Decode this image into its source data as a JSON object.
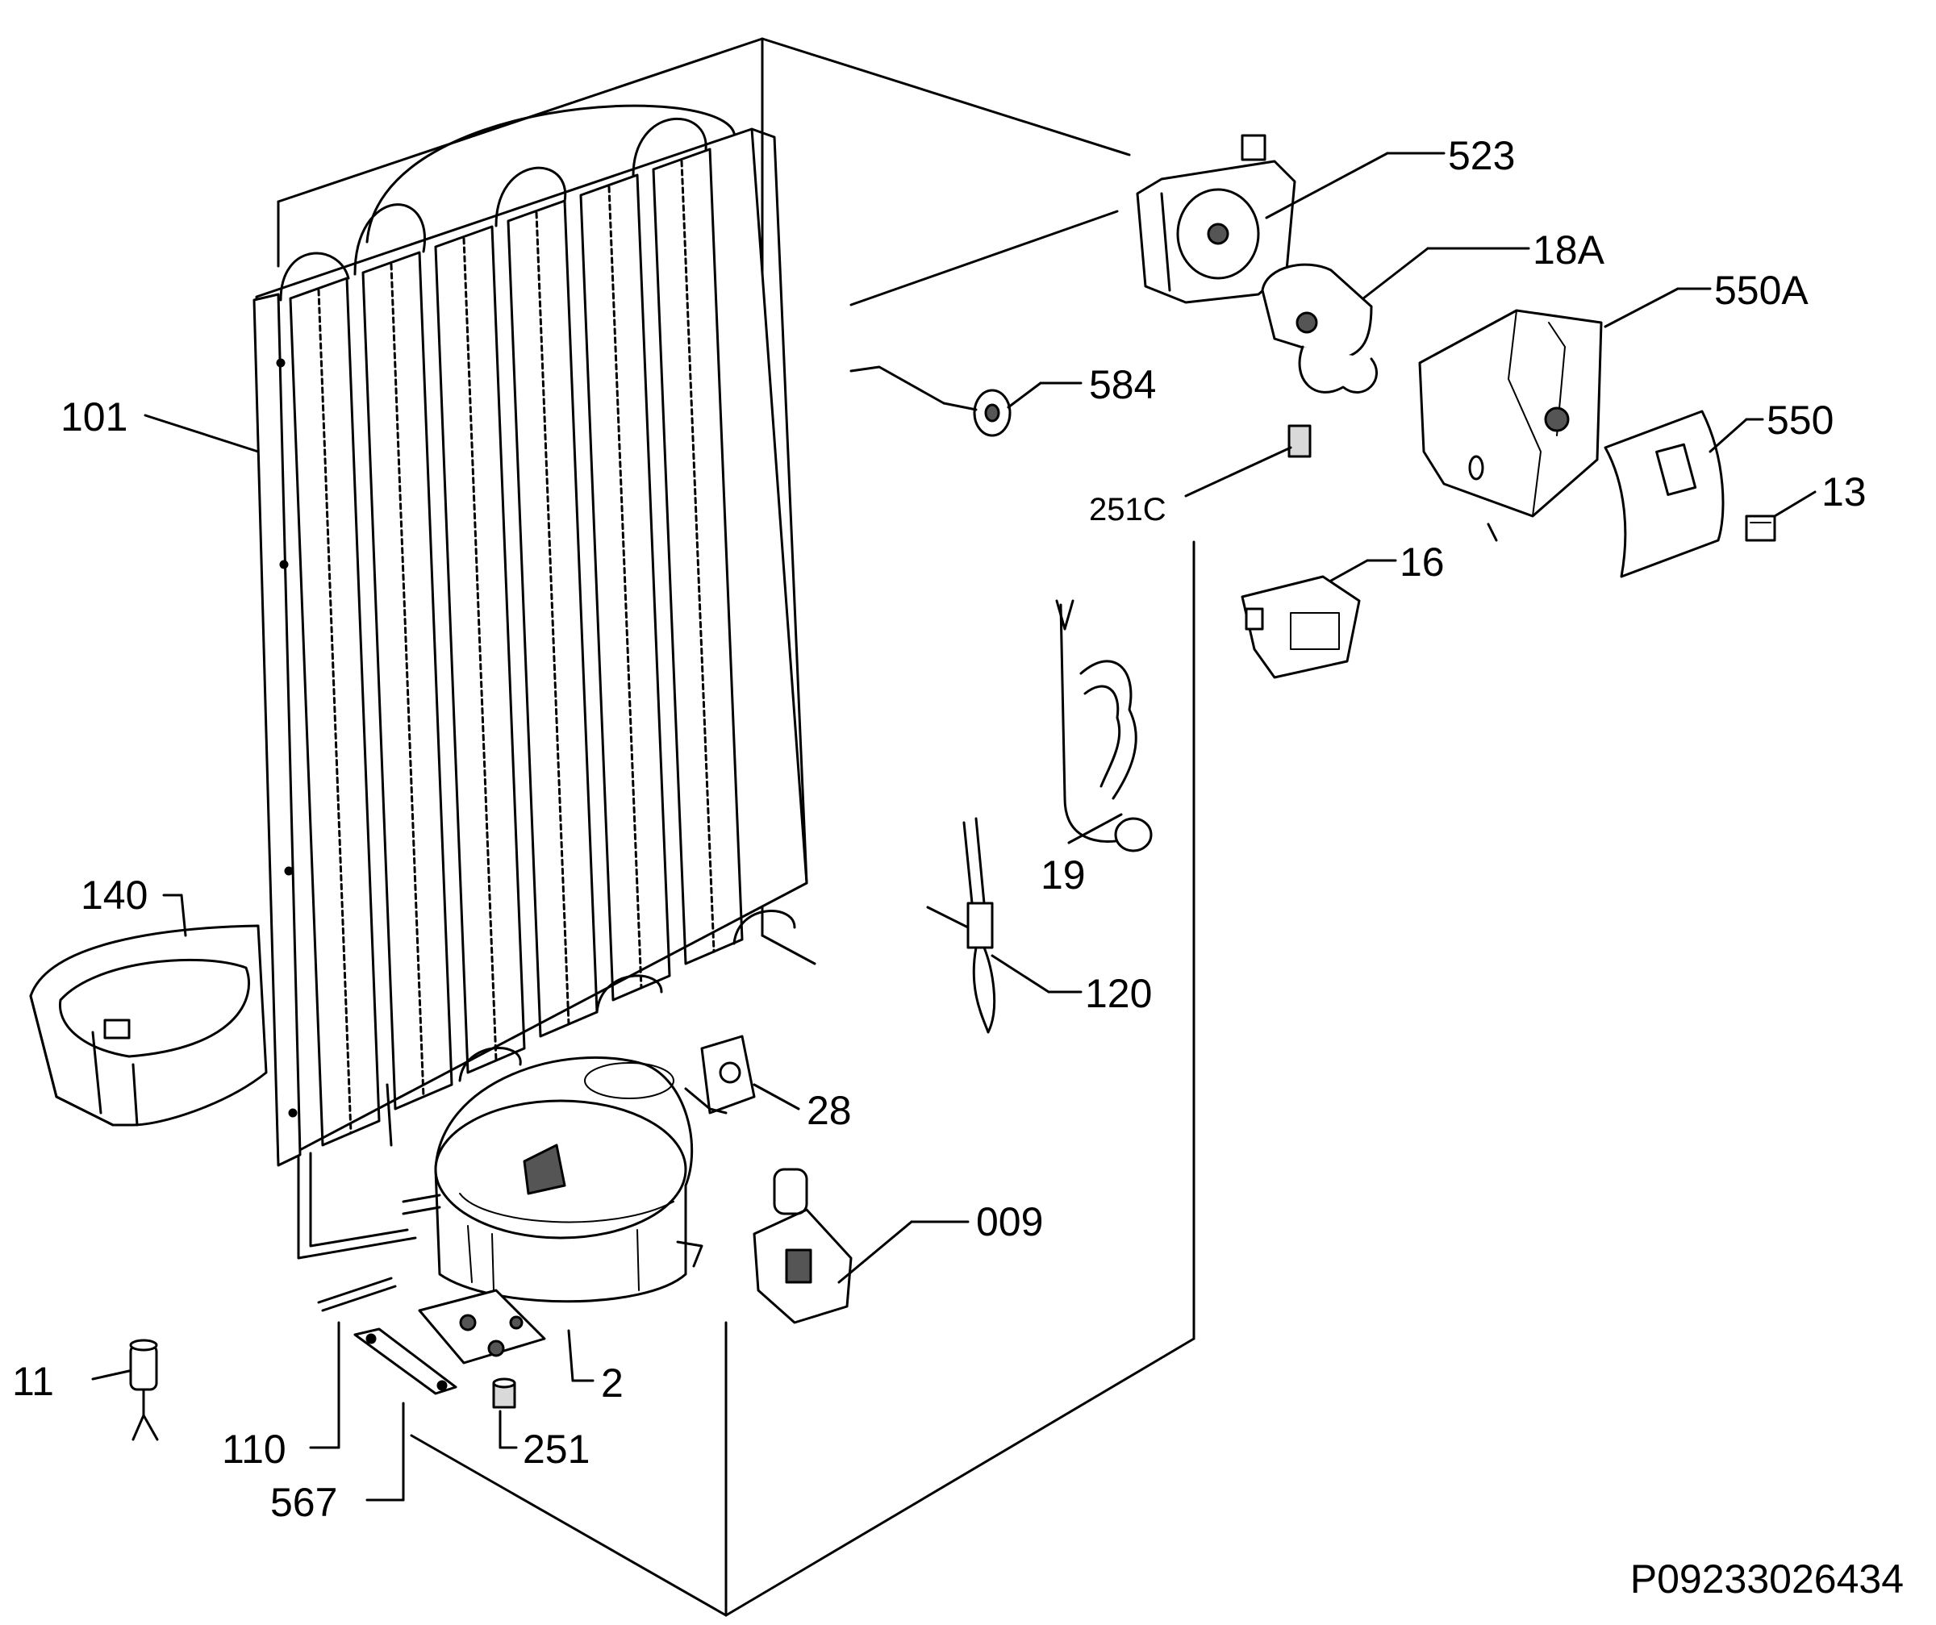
{
  "labels": {
    "l523": "523",
    "l18a": "18A",
    "l550a": "550A",
    "l584": "584",
    "l550": "550",
    "l101": "101",
    "l251c": "251C",
    "l13": "13",
    "l16": "16",
    "l19": "19",
    "l140": "140",
    "l120": "120",
    "l28": "28",
    "l009": "009",
    "l2": "2",
    "l11": "11",
    "l251": "251",
    "l110": "110",
    "l567": "567"
  },
  "document_code": "P09233026434"
}
